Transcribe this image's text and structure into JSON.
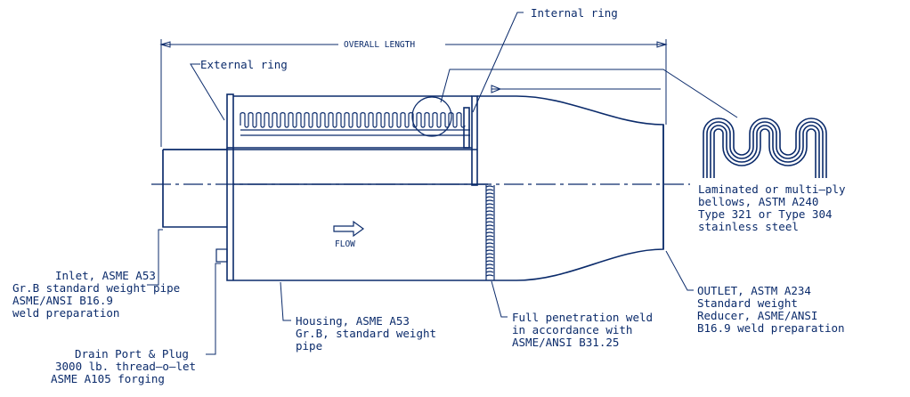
{
  "labels": {
    "overall_length": "OVERALL LENGTH",
    "internal_ring": "Internal ring",
    "external_ring": "External ring",
    "flow": "FLOW",
    "bellows": [
      "Laminated or multi–ply",
      "bellows, ASTM A240",
      "Type 321 or Type 304",
      "stainless steel"
    ],
    "inlet": [
      "Inlet, ASME A53",
      "Gr.B standard weight pipe",
      "ASME/ANSI B16.9",
      "weld preparation"
    ],
    "drain": [
      "Drain Port & Plug",
      "3000 lb. thread–o–let",
      "ASME A105 forging"
    ],
    "housing": [
      "Housing, ASME A53",
      "Gr.B, standard weight",
      "pipe"
    ],
    "weld": [
      "Full penetration weld",
      "in accordance with",
      "ASME/ANSI B31.25"
    ],
    "outlet": [
      "OUTLET, ASTM A234",
      "Standard weight",
      "Reducer, ASME/ANSI",
      "B16.9 weld preparation"
    ]
  },
  "colors": {
    "ink": "#0b2b6b",
    "background": "#ffffff"
  }
}
